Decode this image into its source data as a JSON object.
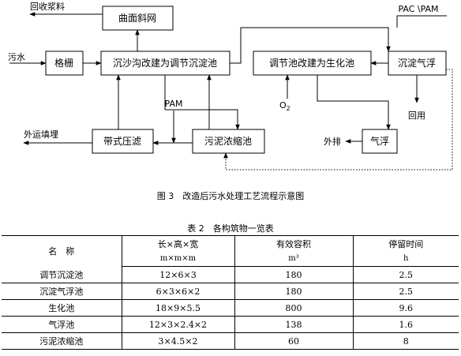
{
  "diagram": {
    "boxes": {
      "curved_screen": "曲面斜网",
      "grille": "格栅",
      "grit_to_eq": "沉沙沟改建为调节沉淀池",
      "eq_to_bio": "调节池改建为生化池",
      "sed_flot": "沉淀气浮",
      "belt_press": "带式压滤",
      "sludge_thickener": "污泥浓缩池",
      "air_flot": "气浮"
    },
    "labels": {
      "recycle_slurry": "回收浆料",
      "pac_pam": "PAC \\PAM",
      "wastewater": "污水",
      "pam": "PAM",
      "o2": "O",
      "o2_sub": "2",
      "reuse": "回用",
      "discharge": "外排",
      "landfill": "外运填埋"
    },
    "caption": "图 3　改造后污水处理工艺流程示意图"
  },
  "table": {
    "caption": "表 2　各构筑物一览表",
    "headers": {
      "name": "名　称",
      "dims": "长×高×宽",
      "dims_unit": "m×m×m",
      "volume": "有效容积",
      "volume_unit": "m³",
      "retention": "停留时间",
      "retention_unit": "h"
    },
    "rows": [
      {
        "name": "调节沉淀池",
        "dims": "12×6×3",
        "volume": "180",
        "retention": "2.5"
      },
      {
        "name": "沉淀气浮池",
        "dims": "6×3×6×2",
        "volume": "180",
        "retention": "2.5"
      },
      {
        "name": "生化池",
        "dims": "18×9×5.5",
        "volume": "800",
        "retention": "9.6"
      },
      {
        "name": "气浮池",
        "dims": "12×3×2.4×2",
        "volume": "138",
        "retention": "1.6"
      },
      {
        "name": "污泥浓缩池",
        "dims": "3×4.5×2",
        "volume": "60",
        "retention": "8"
      }
    ]
  }
}
